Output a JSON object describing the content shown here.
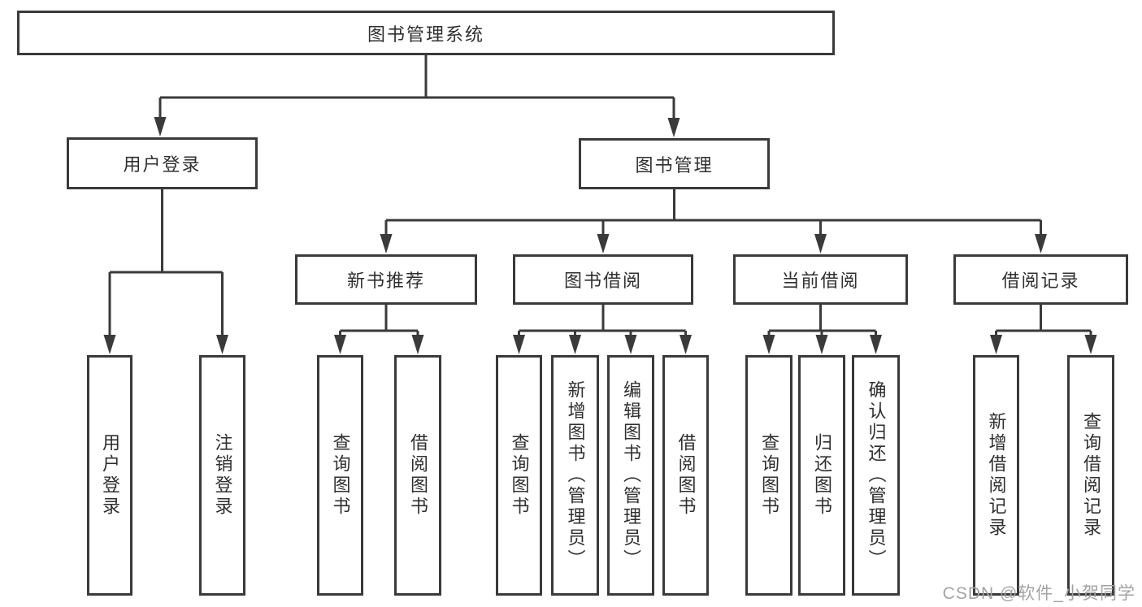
{
  "title": "图书管理系统",
  "user_branch": {
    "label": "用户登录",
    "children": [
      "用户登录",
      "注销登录"
    ]
  },
  "management_branch": {
    "label": "图书管理",
    "sections": [
      {
        "label": "新书推荐",
        "children": [
          "查询图书",
          "借阅图书"
        ]
      },
      {
        "label": "图书借阅",
        "children": [
          "查询图书",
          "新增图书（管理员）",
          "编辑图书（管理员）",
          "借阅图书"
        ]
      },
      {
        "label": "当前借阅",
        "children": [
          "查询图书",
          "归还图书",
          "确认归还（管理员）"
        ]
      },
      {
        "label": "借阅记录",
        "children": [
          "新增借阅记录",
          "查询借阅记录"
        ]
      }
    ]
  },
  "watermark": "CSDN @软件_小贺同学",
  "colors": {
    "line": "#3a3a3a",
    "text": "#2f2f2f",
    "watermark": "#a3a3a3",
    "background": "#ffffff"
  }
}
